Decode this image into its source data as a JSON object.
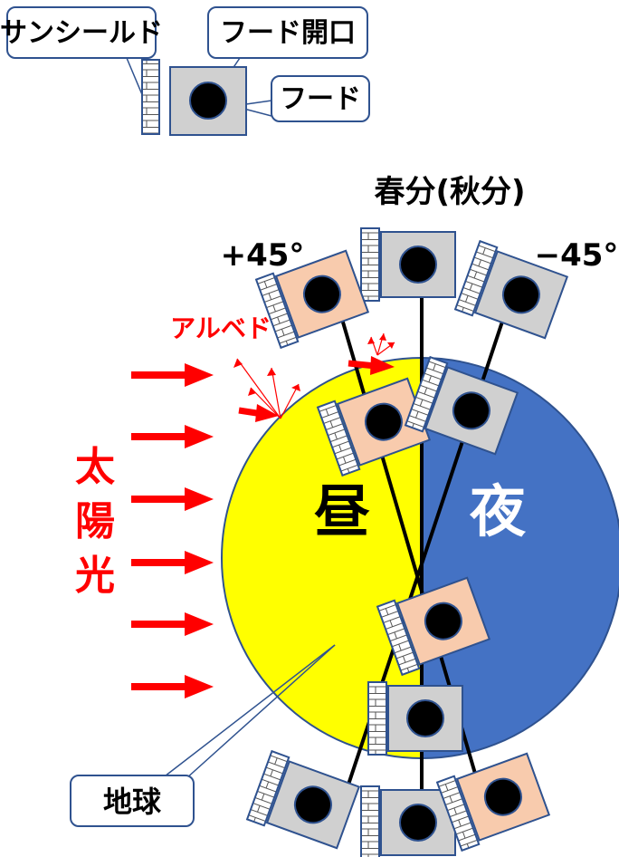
{
  "labels": {
    "sunshield": "サンシールド",
    "hood_opening": "フード開口",
    "hood": "フード",
    "equinox": "春分(秋分)",
    "plus45": "+45°",
    "minus45": "−45°",
    "albedo": "アルベド",
    "sunlight": [
      "太",
      "陽",
      "光"
    ],
    "day": "昼",
    "night": "夜",
    "earth": "地球"
  },
  "colors": {
    "day_side": "#ffff00",
    "night_side": "#4472c4",
    "arrow": "#ff0000",
    "hood_gray": "#d0d0d0",
    "hood_peach": "#f8cbad",
    "outline": "#2f528f",
    "text": "#000000"
  }
}
